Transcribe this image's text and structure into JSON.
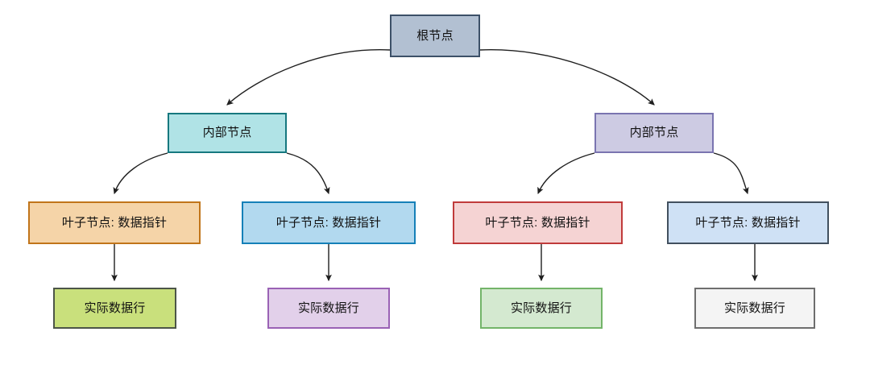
{
  "diagram": {
    "type": "b-plus-tree-structure",
    "background_color": "#ffffff",
    "edge_color": "#1f1f1f",
    "nodes": {
      "root": {
        "label": "根节点",
        "fill": "#b2c0d2",
        "stroke": "#3c5068"
      },
      "internal_left": {
        "label": "内部节点",
        "fill": "#b0e3e6",
        "stroke": "#16787f"
      },
      "internal_right": {
        "label": "内部节点",
        "fill": "#cdcbe3",
        "stroke": "#7a74b0"
      },
      "leaves": [
        {
          "label": "叶子节点: 数据指针",
          "fill": "#f5d4a8",
          "stroke": "#c1751a"
        },
        {
          "label": "叶子节点: 数据指针",
          "fill": "#b2d9ef",
          "stroke": "#1580b8"
        },
        {
          "label": "叶子节点: 数据指针",
          "fill": "#f5d3d3",
          "stroke": "#c03b3b"
        },
        {
          "label": "叶子节点: 数据指针",
          "fill": "#cfe1f5",
          "stroke": "#42505f"
        }
      ],
      "data_rows": [
        {
          "label": "实际数据行",
          "fill": "#c9e07c",
          "stroke": "#4c5548"
        },
        {
          "label": "实际数据行",
          "fill": "#e2d0ea",
          "stroke": "#9a62b5"
        },
        {
          "label": "实际数据行",
          "fill": "#d4e9d0",
          "stroke": "#73b469"
        },
        {
          "label": "实际数据行",
          "fill": "#f4f4f4",
          "stroke": "#6e6e6e"
        }
      ]
    }
  }
}
